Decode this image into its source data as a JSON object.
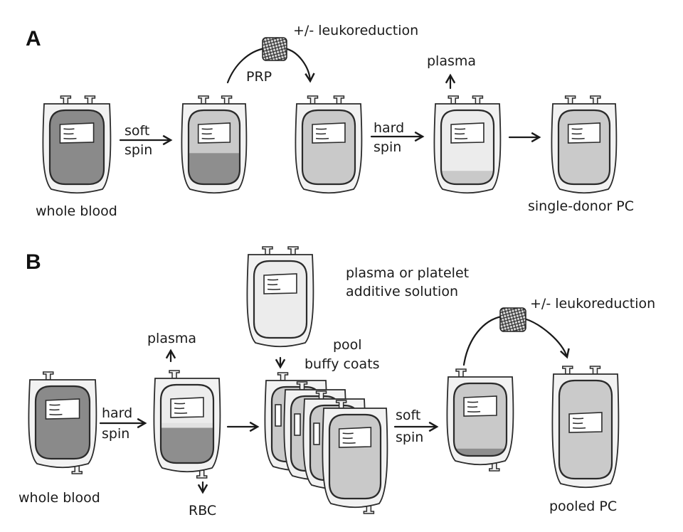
{
  "colors": {
    "whole_blood": "#8a8a8a",
    "rbc_layer": "#8e8e8e",
    "prp": "#c9c9c9",
    "platelet_concentrate": "#cacaca",
    "plasma": "#ececec",
    "buffy_layer": "#e2e2e2",
    "bag_frame": "#f2f2f2",
    "outline": "#2b2b2b"
  },
  "panel_a": {
    "letter": "A",
    "filter_label": "+/- leukoreduction",
    "prp_label": "PRP",
    "step1": {
      "top": "soft",
      "bottom": "spin"
    },
    "step2": {
      "top": "hard",
      "bottom": "spin"
    },
    "plasma_out": "plasma",
    "start_label": "whole blood",
    "end_label": "single-donor PC",
    "bags": [
      {
        "name": "whole-blood-bag",
        "content": "whole blood"
      },
      {
        "name": "separated-bag",
        "content": "PRP over RBC",
        "rbc_fraction": 0.42
      },
      {
        "name": "prp-bag",
        "content": "PRP"
      },
      {
        "name": "pellet-bag",
        "content": "platelet pellet under plasma",
        "pellet_fraction": 0.18
      },
      {
        "name": "single-donor-pc-bag",
        "content": "platelet concentrate"
      }
    ]
  },
  "panel_b": {
    "letter": "B",
    "additive_label_line1": "plasma or platelet",
    "additive_label_line2": "additive solution",
    "pool_label_line1": "pool",
    "pool_label_line2": "buffy coats",
    "filter_label": "+/- leukoreduction",
    "step1": {
      "top": "hard",
      "bottom": "spin"
    },
    "step2": {
      "top": "soft",
      "bottom": "spin"
    },
    "plasma_out": "plasma",
    "rbc_out": "RBC",
    "start_label": "whole blood",
    "end_label": "pooled PC",
    "buffy_coat_count": 4,
    "bags": [
      {
        "name": "whole-blood-bag",
        "content": "whole blood"
      },
      {
        "name": "separated-bag",
        "content": "plasma / buffy coat / RBC",
        "rbc_fraction": 0.45
      },
      {
        "name": "additive-bag",
        "content": "plasma or platelet additive solution"
      },
      {
        "name": "pooled-buffy-coat-bag",
        "content": "pooled buffy coats"
      },
      {
        "name": "spun-pool-bag",
        "content": "platelet-rich supernatant over residual cells",
        "residual_fraction": 0.1
      },
      {
        "name": "pooled-pc-bag",
        "content": "pooled platelet concentrate"
      }
    ]
  }
}
